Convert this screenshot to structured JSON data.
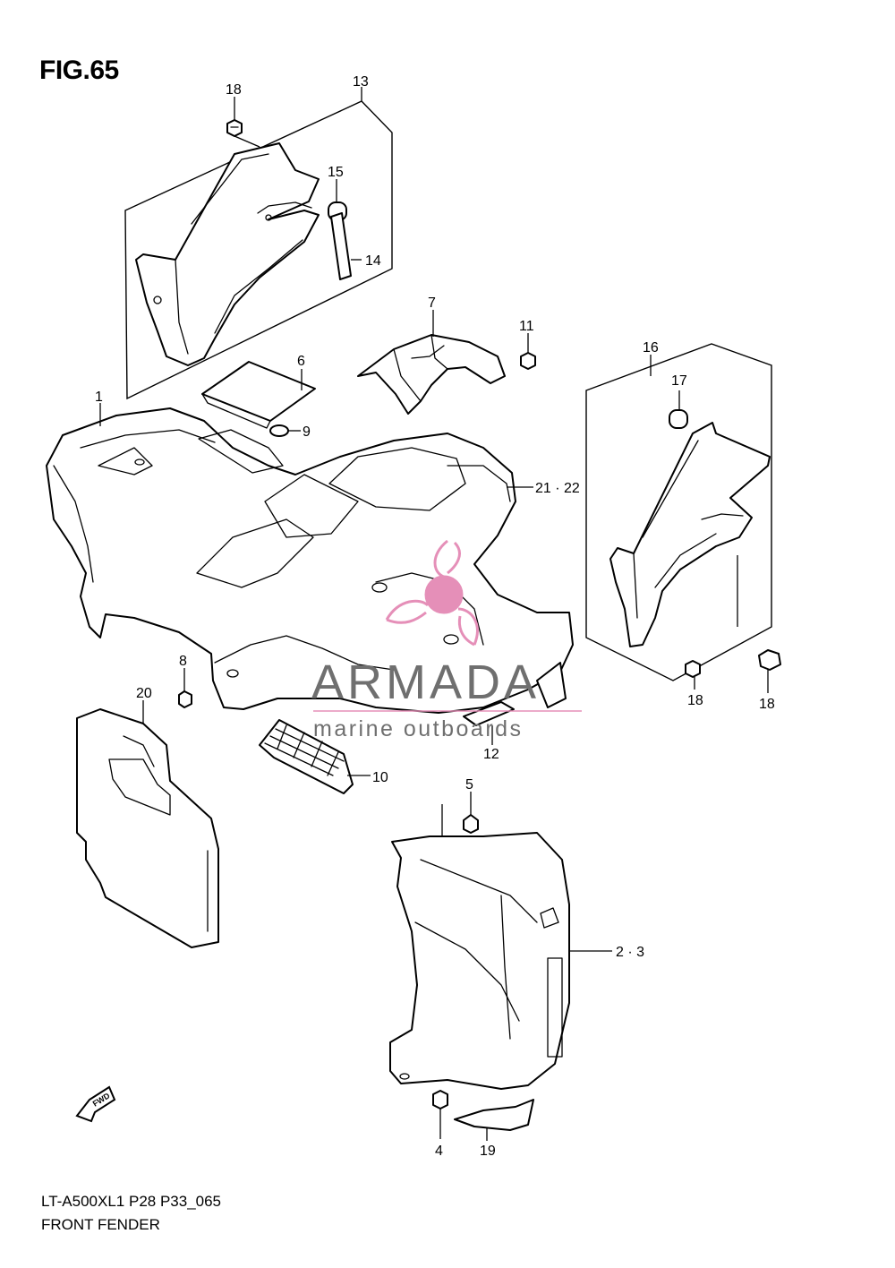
{
  "figure": {
    "title": "FIG.65",
    "model_code": "LT-A500XL1  P28 P33_065",
    "caption": "FRONT FENDER"
  },
  "callouts": {
    "c1": "1",
    "c2_3": "2 · 3",
    "c4": "4",
    "c5": "5",
    "c6": "6",
    "c7": "7",
    "c8": "8",
    "c9": "9",
    "c10": "10",
    "c11": "11",
    "c12": "12",
    "c13": "13",
    "c14": "14",
    "c15": "15",
    "c16": "16",
    "c17": "17",
    "c18_top": "18",
    "c18_mid": "18",
    "c18_right": "18",
    "c19": "19",
    "c20": "20",
    "c21_22": "21 · 22"
  },
  "fwd_marker": "FWD",
  "watermark": {
    "brand": "ARMADA",
    "tagline": "marine outboards",
    "accent_color": "#e58fb8",
    "text_color": "#6f6f6f"
  }
}
